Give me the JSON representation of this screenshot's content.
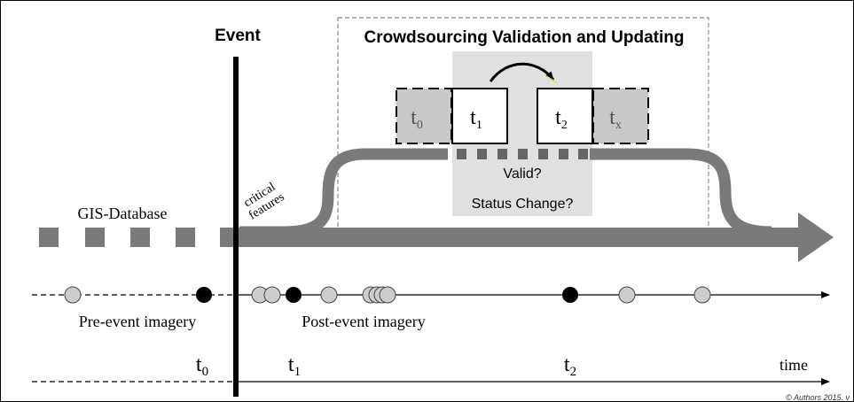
{
  "event_label": "Event",
  "crowdsourcing": {
    "title": "Crowdsourcing Validation and Updating",
    "boxes": {
      "t0": {
        "base": "t",
        "sub": "0"
      },
      "t1": {
        "base": "t",
        "sub": "1"
      },
      "t2": {
        "base": "t",
        "sub": "2"
      },
      "tx": {
        "base": "t",
        "sub": "x"
      }
    },
    "questions": [
      "Valid?",
      "Status Change?"
    ]
  },
  "gis_label": "GIS-Database",
  "critical_features": [
    "critical",
    "features"
  ],
  "imagery": {
    "pre_label": "Pre-event imagery",
    "post_label": "Post-event imagery"
  },
  "time_axis": {
    "label": "time",
    "ticks": [
      {
        "base": "t",
        "sub": "0"
      },
      {
        "base": "t",
        "sub": "1"
      },
      {
        "base": "t",
        "sub": "2"
      }
    ]
  },
  "copyright": "© Authors 2015. v",
  "colors": {
    "stream": "#7a7a7a",
    "box_fill_gray": "#c8c8c8",
    "panel_gray": "#e0e0e0",
    "dot_gray": "#cccccc",
    "dot_black": "#000000",
    "arrow_head_yellow": "#e8e83a"
  }
}
